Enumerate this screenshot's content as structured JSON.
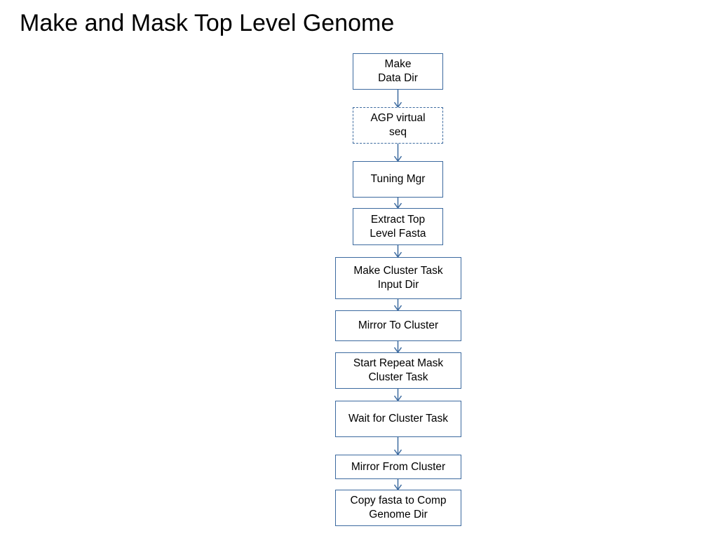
{
  "title": "Make and Mask Top Level Genome",
  "flow": {
    "steps": [
      {
        "label": "Make\nData Dir",
        "style": "solid"
      },
      {
        "label": "AGP virtual\nseq",
        "style": "dashed"
      },
      {
        "label": "Tuning Mgr",
        "style": "solid"
      },
      {
        "label": "Extract Top\nLevel Fasta",
        "style": "solid"
      },
      {
        "label": "Make Cluster Task\nInput Dir",
        "style": "solid"
      },
      {
        "label": "Mirror To Cluster",
        "style": "solid"
      },
      {
        "label": "Start Repeat Mask\nCluster Task",
        "style": "solid"
      },
      {
        "label": "Wait for Cluster Task",
        "style": "solid"
      },
      {
        "label": "Mirror From Cluster",
        "style": "solid"
      },
      {
        "label": "Copy fasta to  Comp\nGenome Dir",
        "style": "solid"
      }
    ]
  },
  "colors": {
    "box_border": "#3c6a9f",
    "arrow": "#3c6a9f"
  }
}
